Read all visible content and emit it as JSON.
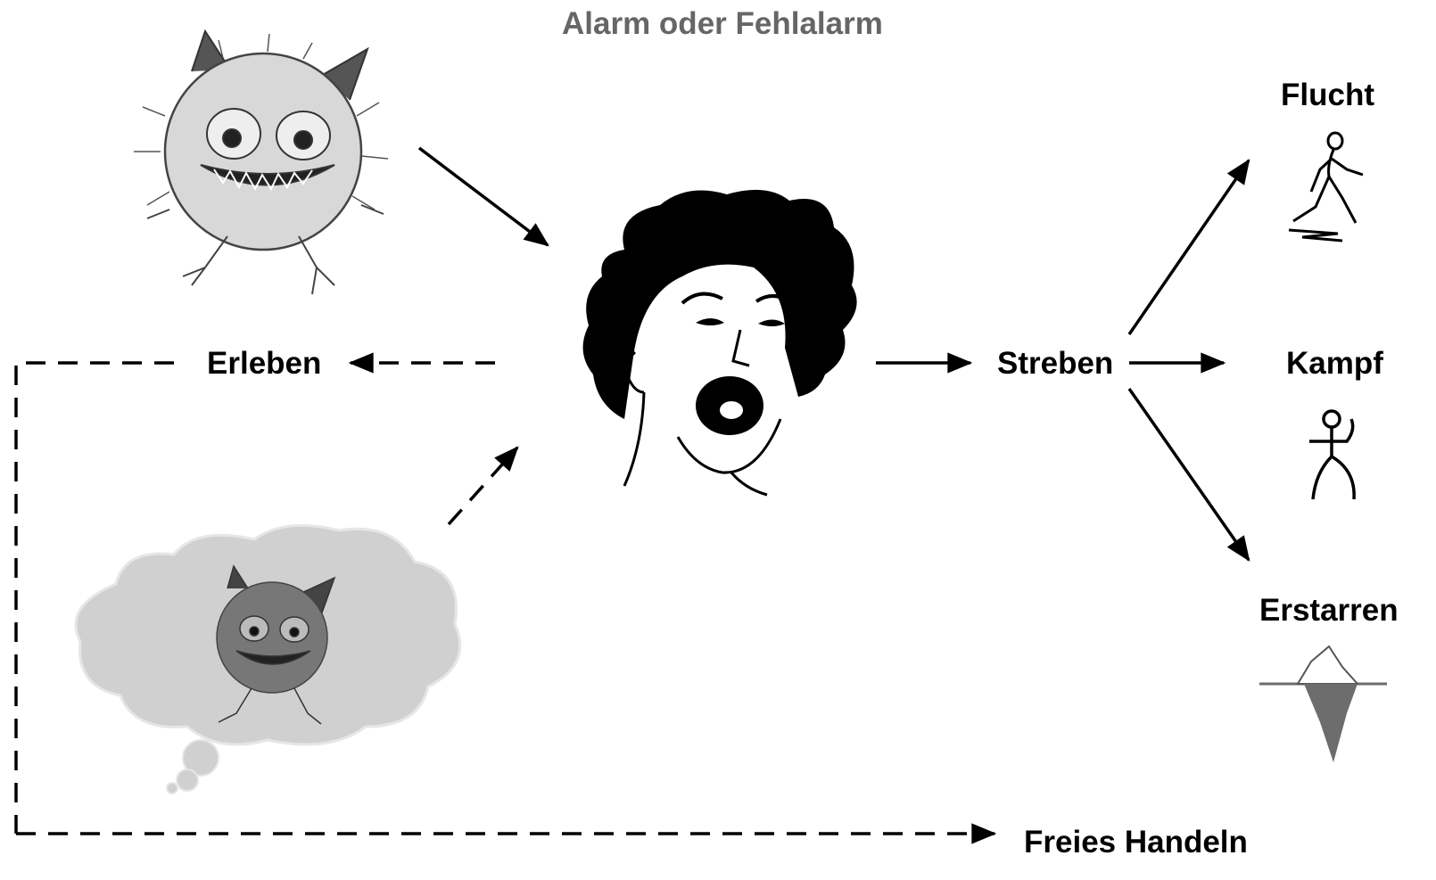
{
  "title": "Alarm oder Fehlalarm",
  "labels": {
    "erleben": "Erleben",
    "streben": "Streben",
    "flucht": "Flucht",
    "kampf": "Kampf",
    "erstarren": "Erstarren",
    "freies_handeln": "Freies Handeln"
  },
  "colors": {
    "title": "#666666",
    "ink": "#000000",
    "cloud": "#d0d0d0",
    "iceberg": "#6d6d6d"
  },
  "icons": [
    "monster-icon",
    "screaming-face-icon",
    "thought-cloud-icon",
    "running-figure-icon",
    "fighting-figure-icon",
    "iceberg-icon"
  ]
}
